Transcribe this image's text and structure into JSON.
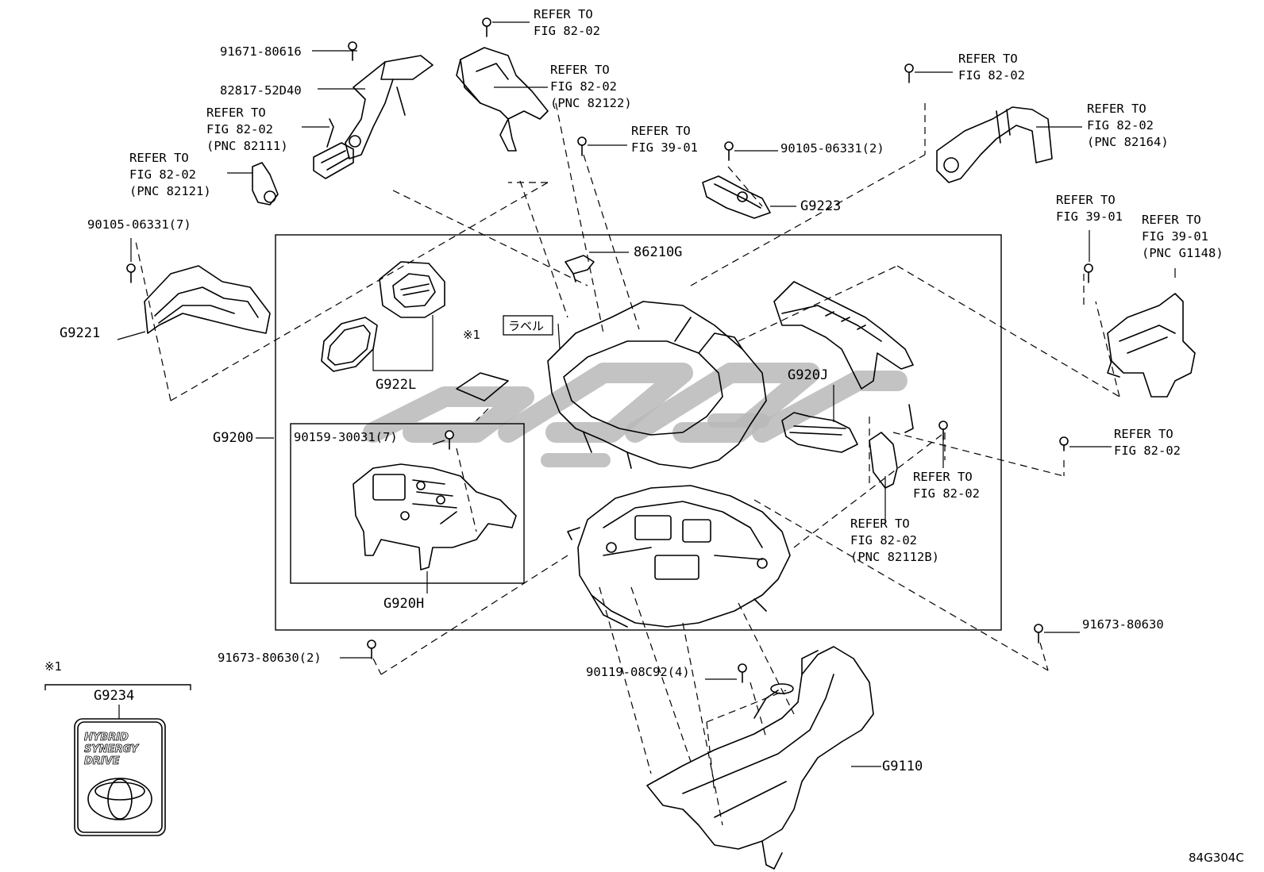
{
  "refer_fig_82_02": "REFER TO\nFIG 82-02",
  "refer_fig_82_02_pnc_82122": "REFER TO\nFIG 82-02\n(PNC 82122)",
  "refer_fig_82_02_pnc_82111": "REFER TO\nFIG 82-02\n(PNC 82111)",
  "refer_fig_82_02_pnc_82121": "REFER TO\nFIG 82-02\n(PNC 82121)",
  "refer_fig_82_02_pnc_82164": "REFER TO\nFIG 82-02\n(PNC 82164)",
  "refer_fig_82_02_pnc_82112b": "REFER TO\nFIG 82-02\n(PNC 82112B)",
  "refer_fig_39_01": "REFER TO\nFIG 39-01",
  "refer_fig_39_01_pnc_g1148": "REFER TO\nFIG 39-01\n(PNC G1148)",
  "parts": {
    "p91671": "91671-80616",
    "p82817": "82817-52D40",
    "p90105_7": "90105-06331(7)",
    "p90105_2": "90105-06331(2)",
    "g9221": "G9221",
    "g9223": "G9223",
    "p86210g": "86210G",
    "g922l": "G922L",
    "g9200": "G9200",
    "g920j": "G920J",
    "p90159": "90159-30031(7)",
    "g920h": "G920H",
    "p91673_2": "91673-80630(2)",
    "p91673": "91673-80630",
    "p90119": "90119-08C92(4)",
    "g9110": "G9110",
    "g9234": "G9234"
  },
  "label_jp": "ラベル",
  "note_mark": "※1",
  "emblem_text": [
    "HYBRID",
    "SYNERGY",
    "DRIVE"
  ],
  "figure_code": "84G304C"
}
